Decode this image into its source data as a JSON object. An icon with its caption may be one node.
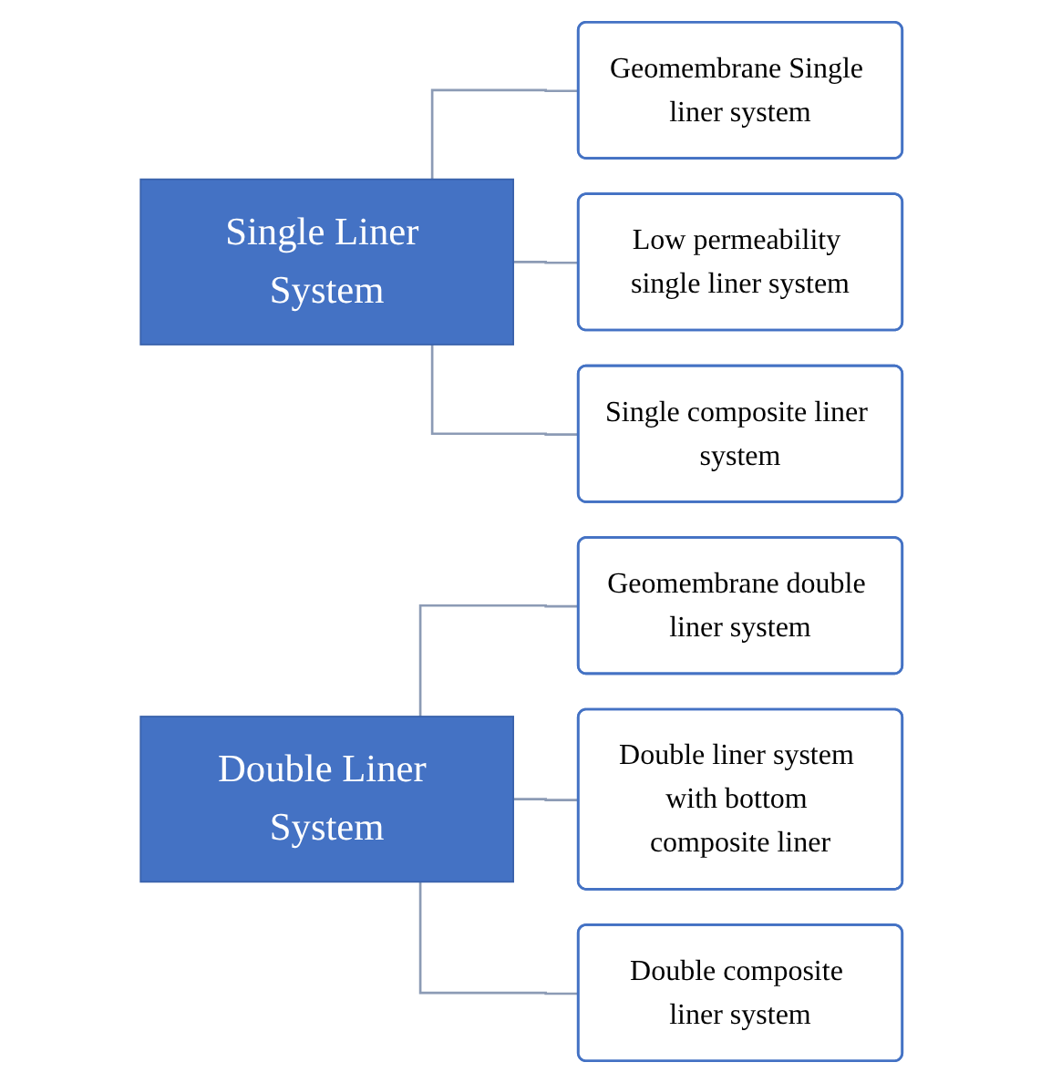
{
  "diagram": {
    "nodes": [
      {
        "text": [
          "Single Liner System"
        ]
      },
      {
        "text": [
          "Geomembrane Single liner system"
        ]
      },
      {
        "text": [
          "Low permeability single liner system"
        ]
      },
      {
        "text": [
          "Single composite liner system"
        ]
      },
      {
        "text": [
          "Double Liner System"
        ]
      },
      {
        "text": [
          "Geomembrane double liner system"
        ]
      },
      {
        "text": [
          "Double liner system with bottom composite liner"
        ]
      },
      {
        "text": [
          "Double composite liner system"
        ]
      }
    ],
    "edges": [
      {
        "from": 0,
        "to": 1,
        "arrow": "none"
      },
      {
        "from": 0,
        "to": 2,
        "arrow": "none"
      },
      {
        "from": 0,
        "to": 3,
        "arrow": "none"
      },
      {
        "from": 4,
        "to": 5,
        "arrow": "none"
      },
      {
        "from": 4,
        "to": 6,
        "arrow": "none"
      },
      {
        "from": 4,
        "to": 7,
        "arrow": "none"
      }
    ]
  }
}
